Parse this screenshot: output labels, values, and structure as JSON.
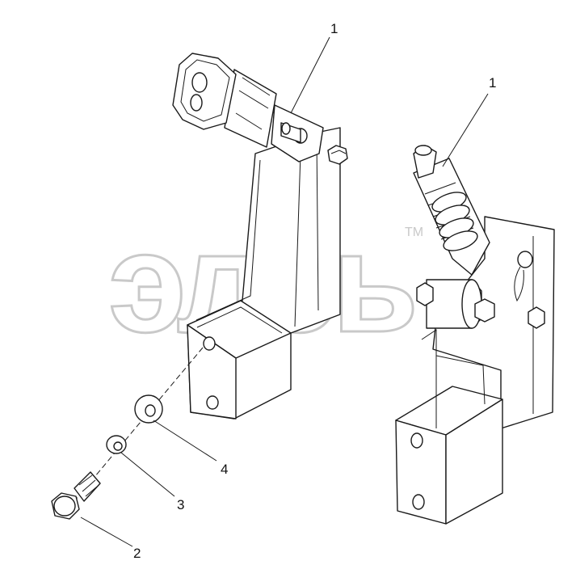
{
  "watermark": {
    "text": "элсь",
    "trademark": "TM"
  },
  "callouts": {
    "left_assembly": "1",
    "right_assembly": "1",
    "bolt": "2",
    "lock_washer": "3",
    "flat_washer": "4"
  }
}
